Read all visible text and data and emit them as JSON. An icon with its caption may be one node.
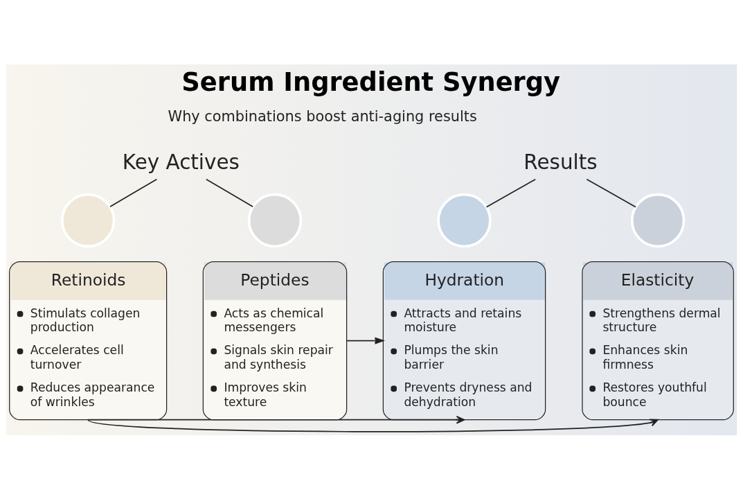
{
  "diagram": {
    "title": "Serum Ingredient Synergy",
    "nodes": [
      {
        "text": [
          "Key Actives"
        ]
      },
      {
        "text": [
          "Results"
        ]
      },
      {
        "text": [],
        "shape": "circle"
      },
      {
        "text": [
          "Retinoids",
          "Stimulats collagen production",
          "Accelerates cell turnover",
          "Reduces appearance of wrinkles"
        ]
      },
      {
        "text": [],
        "shape": "circle"
      },
      {
        "text": [
          "Peptides",
          "Acts as chemical messengers",
          "Signals skin repair and synthesis",
          "Improves skin texture"
        ]
      },
      {
        "text": [],
        "shape": "circle"
      },
      {
        "text": [
          "Hydration",
          "Attracts and retains moisture",
          "Plumps the skin barrier",
          "Prevents dryness and dehydration"
        ]
      },
      {
        "text": [],
        "shape": "circle"
      },
      {
        "text": [
          "Elasticity",
          "Strengthens dermal structure",
          "Enhances skin firmness",
          "Restores youthful bounce"
        ]
      }
    ],
    "edges": [
      {
        "from": 0,
        "to": 2,
        "arrow": "none"
      },
      {
        "from": 0,
        "to": 4,
        "arrow": "none"
      },
      {
        "from": 1,
        "to": 6,
        "arrow": "none"
      },
      {
        "from": 1,
        "to": 8,
        "arrow": "none"
      },
      {
        "from": 5,
        "to": 7,
        "arrow": "to"
      },
      {
        "from": 3,
        "to": 7,
        "arrow": "to"
      },
      {
        "from": 3,
        "to": 9,
        "arrow": "to"
      }
    ],
    "labels": [
      "Why combinations boost anti-aging results"
    ]
  }
}
